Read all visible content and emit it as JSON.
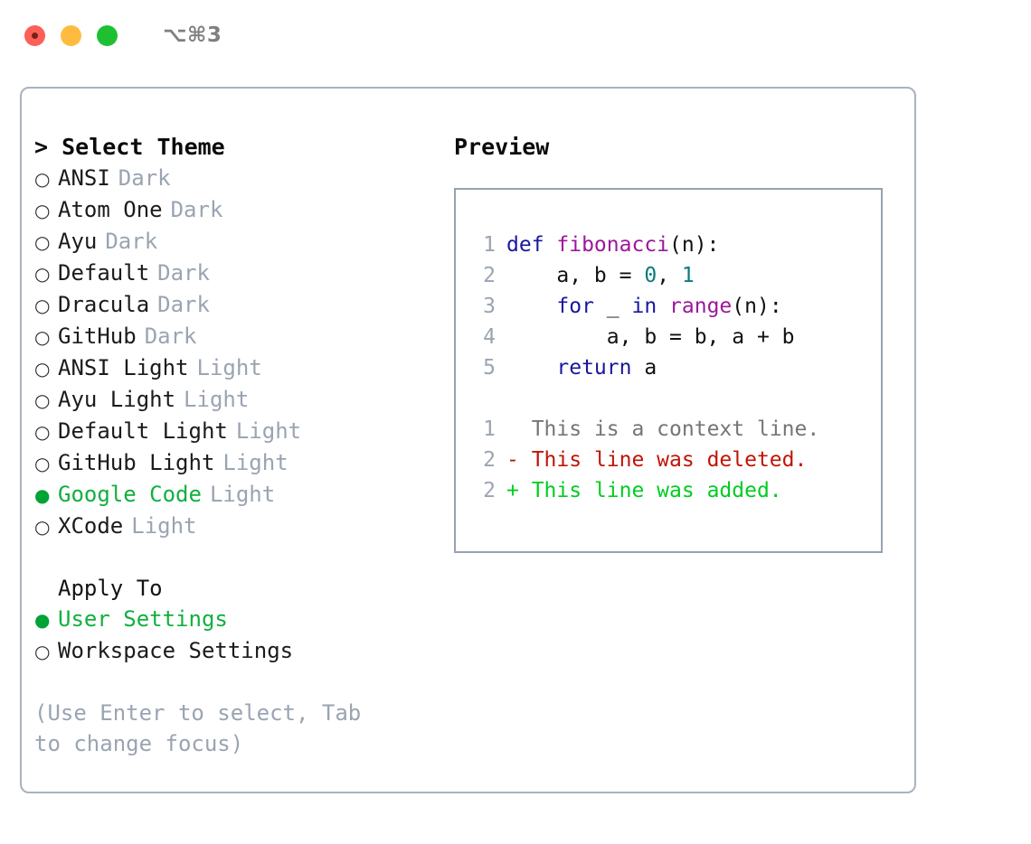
{
  "window": {
    "shortcut": "⌥⌘3",
    "traffic_lights": [
      "close-red",
      "minimize-yellow",
      "zoom-green"
    ]
  },
  "colors": {
    "panel_border": "#a9b2c0",
    "preview_border": "#97a2b1",
    "selected_green": "#00a336",
    "label_green": "#10b03f",
    "muted": "#9aa4b2",
    "keyword_blue": "#17179e",
    "function_purple": "#9c179c",
    "number_teal": "#0b7a7a",
    "diff_deleted": "#c01407",
    "diff_added": "#00cc22",
    "diff_context": "#757575"
  },
  "theme_list": {
    "heading": "> Select Theme",
    "selected_glyph": "●",
    "unselected_glyph": "○",
    "items": [
      {
        "name": "ANSI",
        "category": "Dark",
        "selected": false
      },
      {
        "name": "Atom One",
        "category": "Dark",
        "selected": false
      },
      {
        "name": "Ayu",
        "category": "Dark",
        "selected": false
      },
      {
        "name": "Default",
        "category": "Dark",
        "selected": false
      },
      {
        "name": "Dracula",
        "category": "Dark",
        "selected": false
      },
      {
        "name": "GitHub",
        "category": "Dark",
        "selected": false
      },
      {
        "name": "ANSI Light",
        "category": "Light",
        "selected": false
      },
      {
        "name": "Ayu Light",
        "category": "Light",
        "selected": false
      },
      {
        "name": "Default Light",
        "category": "Light",
        "selected": false
      },
      {
        "name": "GitHub Light",
        "category": "Light",
        "selected": false
      },
      {
        "name": "Google Code",
        "category": "Light",
        "selected": true
      },
      {
        "name": "XCode",
        "category": "Light",
        "selected": false
      }
    ]
  },
  "apply_to": {
    "heading": "Apply To",
    "items": [
      {
        "name": "User Settings",
        "selected": true
      },
      {
        "name": "Workspace Settings",
        "selected": false
      }
    ]
  },
  "hint": "(Use Enter to select, Tab to change focus)",
  "preview": {
    "title": "Preview",
    "code_lines": [
      {
        "number": "1",
        "tokens": [
          {
            "text": "def ",
            "kind": "kw"
          },
          {
            "text": "fibonacci",
            "kind": "fn"
          },
          {
            "text": "(n):",
            "kind": "pln"
          }
        ]
      },
      {
        "number": "2",
        "tokens": [
          {
            "text": "    a, b = ",
            "kind": "pln"
          },
          {
            "text": "0",
            "kind": "num"
          },
          {
            "text": ", ",
            "kind": "pln"
          },
          {
            "text": "1",
            "kind": "num"
          }
        ]
      },
      {
        "number": "3",
        "tokens": [
          {
            "text": "    ",
            "kind": "pln"
          },
          {
            "text": "for",
            "kind": "kw"
          },
          {
            "text": " _ ",
            "kind": "pln"
          },
          {
            "text": "in",
            "kind": "kw"
          },
          {
            "text": " ",
            "kind": "pln"
          },
          {
            "text": "range",
            "kind": "fn"
          },
          {
            "text": "(n):",
            "kind": "pln"
          }
        ]
      },
      {
        "number": "4",
        "tokens": [
          {
            "text": "        a, b = b, a + b",
            "kind": "pln"
          }
        ]
      },
      {
        "number": "5",
        "tokens": [
          {
            "text": "    ",
            "kind": "pln"
          },
          {
            "text": "return",
            "kind": "kw"
          },
          {
            "text": " a",
            "kind": "pln"
          }
        ]
      }
    ],
    "diff_lines": [
      {
        "number": "1",
        "marker": "  ",
        "text": "This is a context line.",
        "kind": "ctx"
      },
      {
        "number": "2",
        "marker": "- ",
        "text": "This line was deleted.",
        "kind": "del"
      },
      {
        "number": "2",
        "marker": "+ ",
        "text": "This line was added.",
        "kind": "add"
      }
    ]
  }
}
